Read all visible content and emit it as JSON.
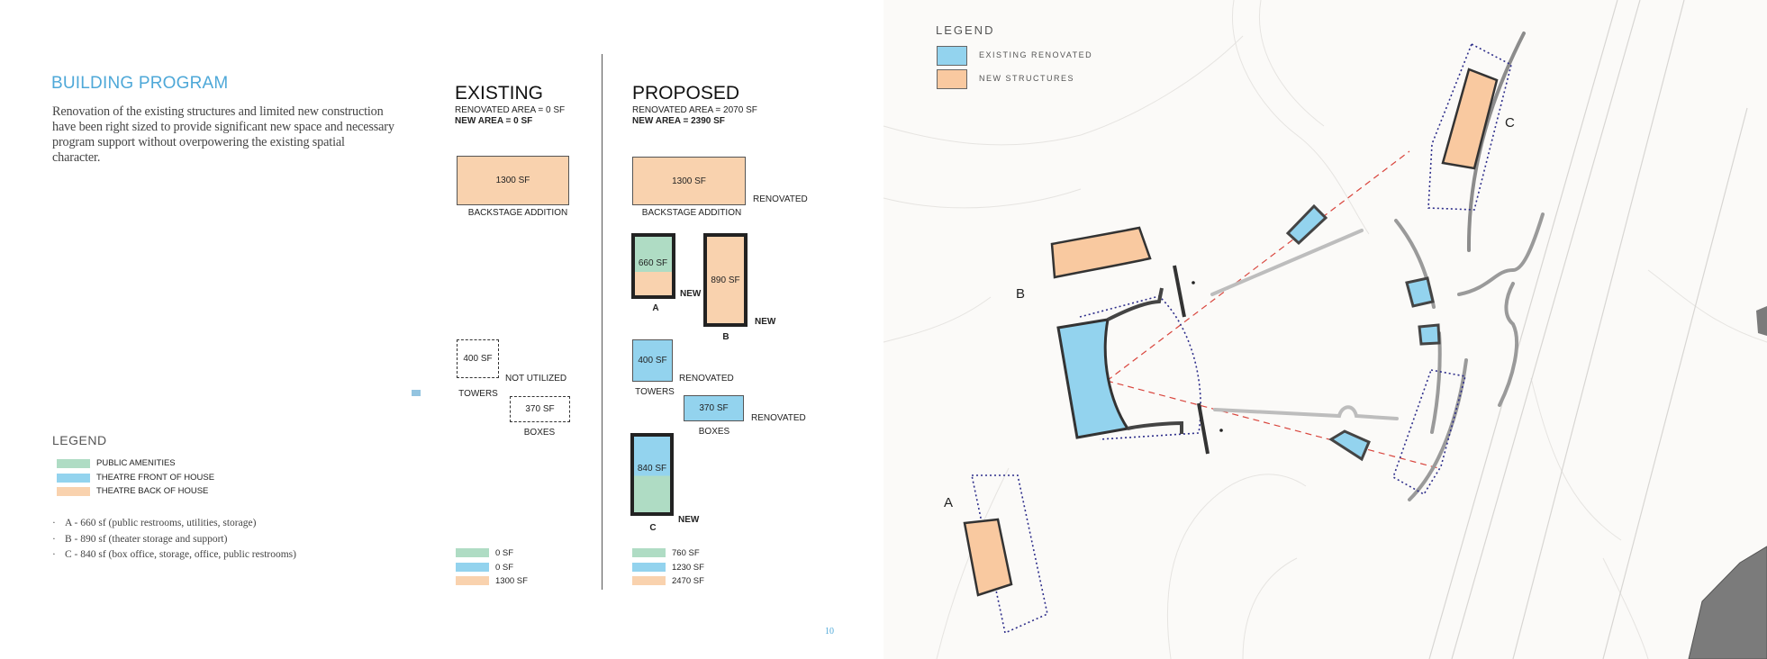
{
  "left": {
    "title": "BUILDING PROGRAM",
    "paragraph": "Renovation of the existing structures and limited new construction have been right sized to provide significant new space and necessary program support without overpowering the existing spatial character.",
    "legend": {
      "title": "LEGEND",
      "items": [
        {
          "label": "PUBLIC AMENITIES",
          "color": "#afdcc4"
        },
        {
          "label": "THEATRE FRONT OF HOUSE",
          "color": "#93d3ee"
        },
        {
          "label": "THEATRE BACK OF HOUSE",
          "color": "#f9d2ae"
        }
      ]
    },
    "bullets": [
      "A - 660 sf (public restrooms, utilities, storage)",
      "B - 890 sf (theater storage and support)",
      "C - 840 sf (box office, storage, office, public restrooms)"
    ]
  },
  "existing": {
    "title": "EXISTING",
    "renovated_area": "RENOVATED AREA = 0 SF",
    "new_area": "NEW AREA = 0 SF",
    "backstage": {
      "area": "1300 SF",
      "label": "BACKSTAGE ADDITION"
    },
    "towers": {
      "area": "400 SF",
      "label": "TOWERS",
      "status": "NOT UTILIZED"
    },
    "boxes": {
      "area": "370 SF",
      "label": "BOXES"
    },
    "totals": [
      "0 SF",
      "0 SF",
      "1300 SF"
    ]
  },
  "proposed": {
    "title": "PROPOSED",
    "renovated_area": "RENOVATED AREA = 2070 SF",
    "new_area": "NEW AREA = 2390 SF",
    "backstage": {
      "area": "1300 SF",
      "label": "BACKSTAGE ADDITION",
      "status": "RENOVATED"
    },
    "a": {
      "area": "660 SF",
      "label": "A",
      "status": "NEW"
    },
    "b": {
      "area": "890 SF",
      "label": "B",
      "status": "NEW"
    },
    "towers": {
      "area": "400 SF",
      "label": "TOWERS",
      "status": "RENOVATED"
    },
    "boxes": {
      "area": "370 SF",
      "label": "BOXES",
      "status": "RENOVATED"
    },
    "c": {
      "area": "840 SF",
      "label": "C",
      "status": "NEW"
    },
    "totals": [
      "760 SF",
      "1230 SF",
      "2470 SF"
    ]
  },
  "page_number": "10",
  "map": {
    "legend": {
      "title": "LEGEND",
      "items": [
        {
          "label": "EXISTING RENOVATED",
          "color": "#93d3ee"
        },
        {
          "label": "NEW STRUCTURES",
          "color": "#f9c9a0"
        }
      ]
    },
    "labels": {
      "a": "A",
      "b": "B",
      "c": "C"
    }
  }
}
